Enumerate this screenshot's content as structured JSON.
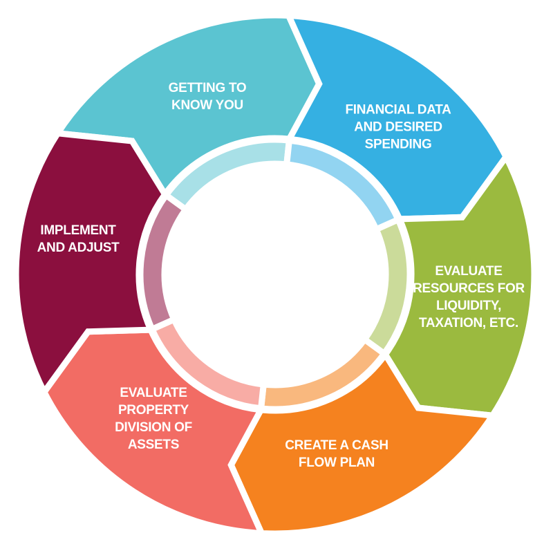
{
  "steps": [
    {
      "line1": "GETTING TO",
      "line2": "KNOW YOU",
      "line3": "",
      "line4": "",
      "color": "#5bc4d1",
      "light": "#a8e0e7"
    },
    {
      "line1": "FINANCIAL DATA",
      "line2": "AND DESIRED",
      "line3": "SPENDING",
      "line4": "",
      "color": "#35b0e2",
      "light": "#92d4f1"
    },
    {
      "line1": "EVALUATE",
      "line2": "RESOURCES FOR",
      "line3": "LIQUIDITY,",
      "line4": "TAXATION, ETC.",
      "color": "#9bba3f",
      "light": "#cbdb9a"
    },
    {
      "line1": "CREATE A CASH",
      "line2": "FLOW PLAN",
      "line3": "",
      "line4": "",
      "color": "#f5821f",
      "light": "#f9b87e"
    },
    {
      "line1": "EVALUATE",
      "line2": "PROPERTY",
      "line3": "DIVISION OF",
      "line4": "ASSETS",
      "color": "#f26c64",
      "light": "#f8aca5"
    },
    {
      "line1": "IMPLEMENT",
      "line2": "AND ADJUST",
      "line3": "",
      "line4": "",
      "color": "#8b0f3e",
      "light": "#c07b95"
    }
  ]
}
